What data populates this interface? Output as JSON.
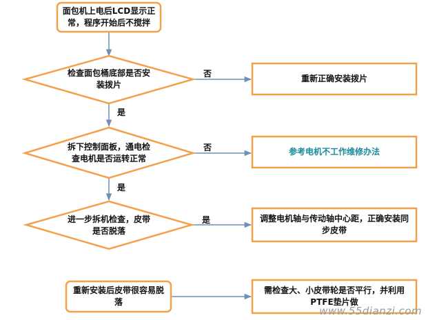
{
  "colors": {
    "node_border": "#f4a04a",
    "arrow": "#6f8fb8",
    "text": "#111111",
    "accent_text": "#1a8a9a"
  },
  "nodes": {
    "start": "面包机上电后LCD显示正常，程序开始后不搅拌",
    "check_paddle": "检查面包桶底部是否安装拨片",
    "reinstall_paddle": "重新正确安装拨片",
    "check_motor": "拆下控制面板，通电检查电机是否运转正常",
    "motor_repair_ref": "参考电机不工作维修办法",
    "check_belt": "进一步拆机检查，皮带是否脱落",
    "adjust_motor_axis": "调整电机轴与传动轴中心距，正确安装同步皮带",
    "belt_falls_off_again": "重新安装后皮带很容易脱落",
    "check_pulleys": "需检查大、小皮带轮是否平行，并利用PTFE垫片做"
  },
  "edges": {
    "no1": "否",
    "yes1": "是",
    "no2": "否",
    "yes2": "是",
    "yes3": "是"
  },
  "watermark": "www.55dianzi.com"
}
